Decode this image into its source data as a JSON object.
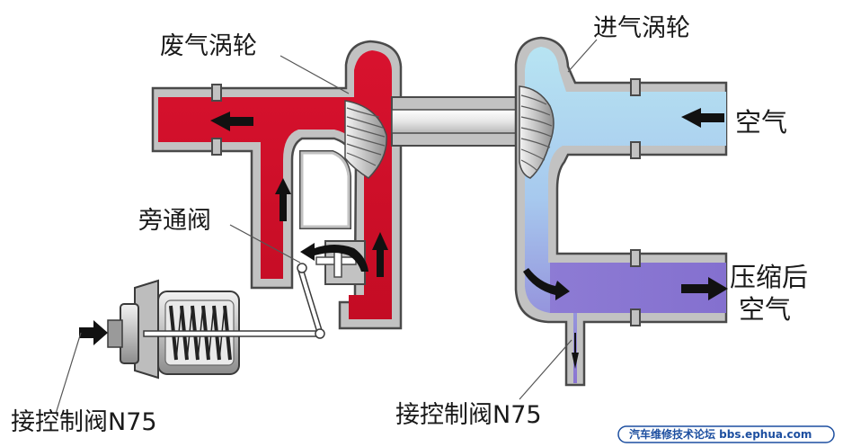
{
  "labels": {
    "exhaust_turbine": "废气涡轮",
    "intake_turbine": "进气涡轮",
    "air_in": "空气",
    "compressed_air_line1": "压缩后",
    "compressed_air_line2": "空气",
    "bypass_valve": "旁通阀",
    "control_valve_left": "接控制阀N75",
    "control_valve_right": "接控制阀N75"
  },
  "watermark": {
    "text": "汽车维修技术论坛 bbs.ephua.com"
  },
  "colors": {
    "exhaust_red": "#d0102a",
    "intake_cyan": "#a9dcef",
    "intake_mid": "#9fb2e6",
    "compressed_purple": "#8c78d4",
    "casing_gray": "#c2c2c2",
    "outline": "#4a4a4a",
    "arrow": "#111111",
    "watermark_blue": "#1d4fa0"
  },
  "icons": [
    "flow-arrow-icon",
    "spring-icon",
    "turbine-wheel-icon"
  ]
}
